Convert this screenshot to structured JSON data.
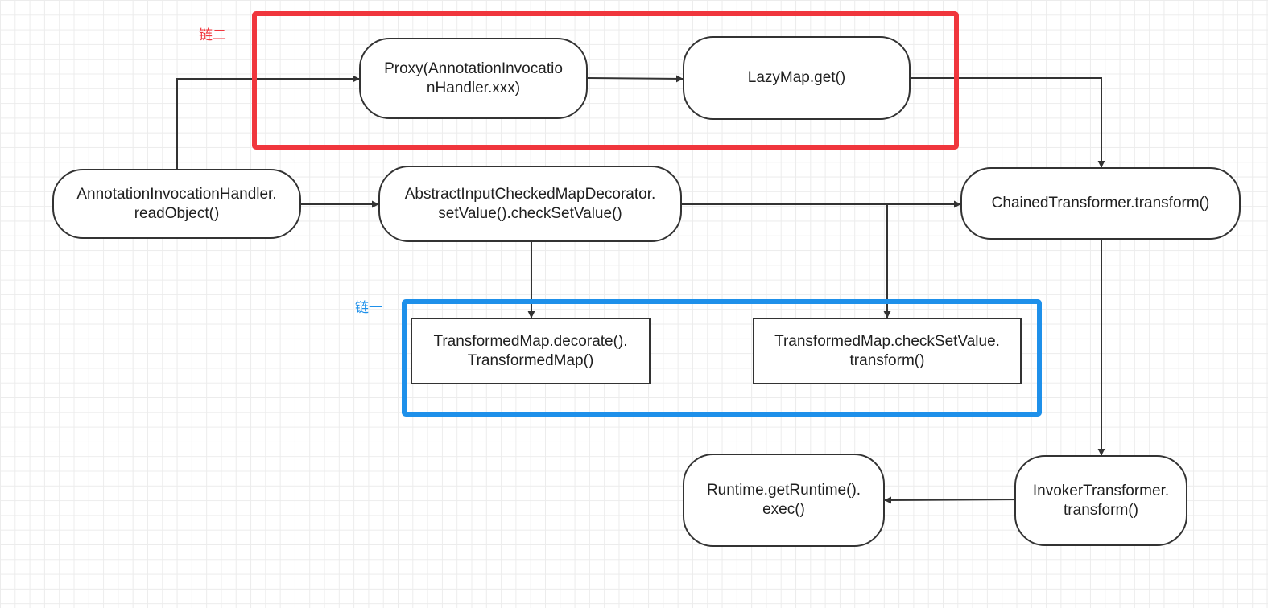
{
  "groups": {
    "chain_two": {
      "label": "链二",
      "color": "#f0363d"
    },
    "chain_one": {
      "label": "链一",
      "color": "#1e90ea"
    }
  },
  "nodes": {
    "annotation_readobject": "AnnotationInvocationHandler.\nreadObject()",
    "proxy_handler": "Proxy(AnnotationInvocatio\nnHandler.xxx)",
    "lazymap_get": "LazyMap.get()",
    "abstract_checked_map": "AbstractInputCheckedMapDecorator.\nsetValue().checkSetValue()",
    "chained_transform": "ChainedTransformer.transform()",
    "transformedmap_decorate": "TransformedMap.decorate().\nTransformedMap()",
    "transformedmap_checksetvalue": "TransformedMap.checkSetValue.\ntransform()",
    "runtime_exec": "Runtime.getRuntime().\nexec()",
    "invoker_transform": "InvokerTransformer.\ntransform()"
  },
  "edges": [
    {
      "from": "annotation_readobject",
      "to": "proxy_handler"
    },
    {
      "from": "proxy_handler",
      "to": "lazymap_get"
    },
    {
      "from": "lazymap_get",
      "to": "chained_transform"
    },
    {
      "from": "annotation_readobject",
      "to": "abstract_checked_map"
    },
    {
      "from": "abstract_checked_map",
      "to": "chained_transform"
    },
    {
      "from": "abstract_checked_map",
      "to": "transformedmap_decorate"
    },
    {
      "from": "abstract_checked_map",
      "to": "transformedmap_checksetvalue"
    },
    {
      "from": "chained_transform",
      "to": "invoker_transform"
    },
    {
      "from": "invoker_transform",
      "to": "runtime_exec"
    }
  ],
  "colors": {
    "edge": "#333333",
    "node_border": "#333333",
    "text": "#1f1f1f"
  }
}
